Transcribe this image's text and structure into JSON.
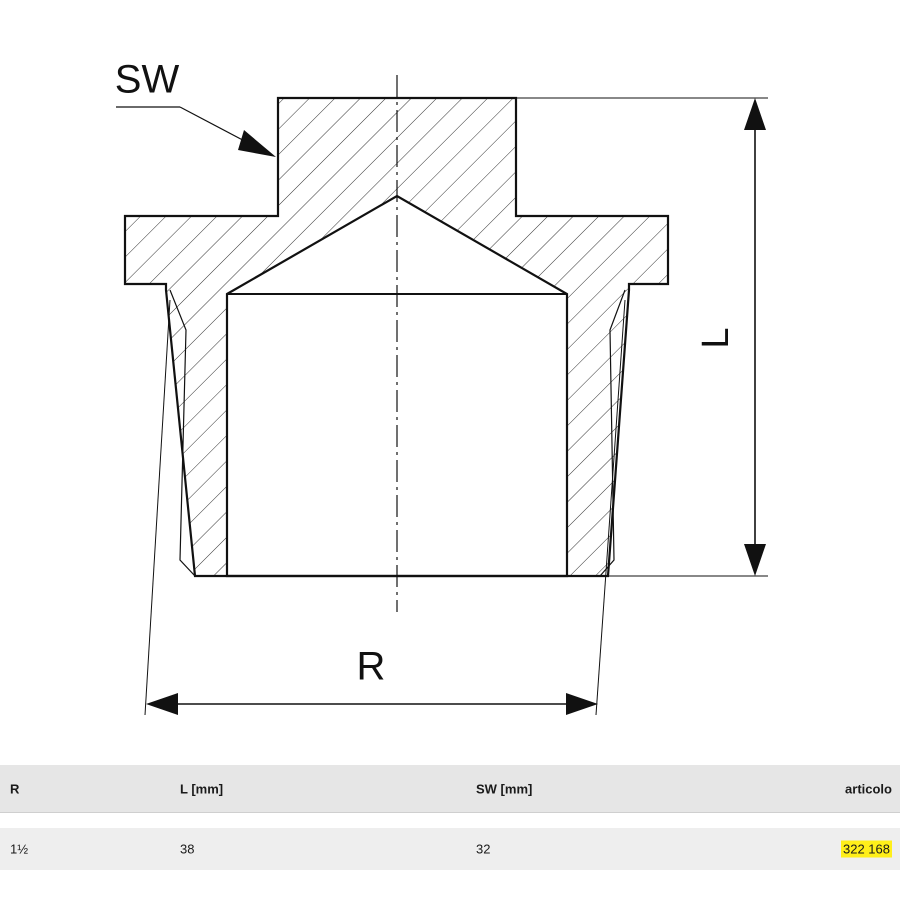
{
  "drawing": {
    "labels": {
      "sw": "SW",
      "length": "L",
      "thread": "R"
    }
  },
  "table": {
    "headers": {
      "r": "R",
      "l": "L [mm]",
      "sw": "SW [mm]",
      "article": "articolo"
    },
    "rows": [
      {
        "r": "1½",
        "l": "38",
        "sw": "32",
        "article": "322 168"
      }
    ]
  },
  "colors": {
    "highlight": "#ffef1a",
    "header_bg": "#e6e6e6",
    "row_bg": "#eeeeee",
    "line": "#111111"
  }
}
